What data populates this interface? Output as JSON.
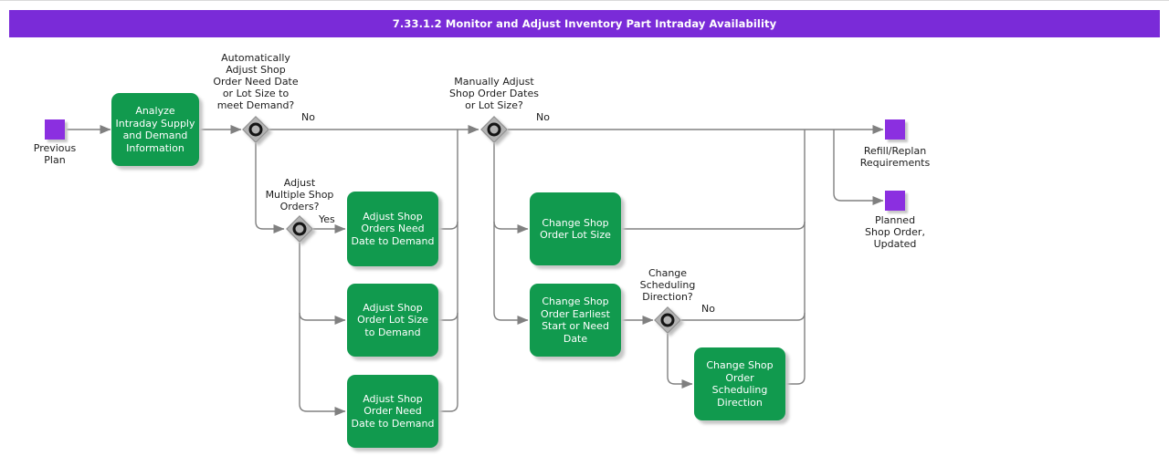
{
  "banner": {
    "title": "7.33.1.2 Monitor and Adjust Inventory Part Intraday Availability"
  },
  "colors": {
    "banner_purple": "#7a2bd8",
    "activity_green": "#119a4e",
    "event_purple": "#8b2fe0",
    "connector_gray": "#808080",
    "diamond_gray": "#b3b3b3"
  },
  "events": {
    "previous_plan": {
      "label": "Previous\nPlan"
    },
    "refill_replan": {
      "label": "Refill/Replan\nRequirements"
    },
    "planned_shop_order": {
      "label": "Planned\nShop Order,\nUpdated"
    }
  },
  "activities": {
    "analyze": {
      "label": "Analyze\nIntraday Supply\nand Demand\nInformation"
    },
    "adjust_orders_need_date": {
      "label": "Adjust Shop\nOrders Need\nDate to Demand"
    },
    "adjust_lot_size": {
      "label": "Adjust Shop\nOrder Lot Size\nto Demand"
    },
    "adjust_need_date": {
      "label": "Adjust Shop\nOrder Need\nDate to Demand"
    },
    "change_lot_size": {
      "label": "Change Shop\nOrder Lot Size"
    },
    "change_earliest_start": {
      "label": "Change Shop\nOrder Earliest\nStart or Need\nDate"
    },
    "change_scheduling": {
      "label": "Change Shop\nOrder\nScheduling\nDirection"
    }
  },
  "decisions": {
    "auto_adjust": {
      "question": "Automatically\nAdjust Shop\nOrder Need Date\nor Lot Size to\nmeet Demand?",
      "no_label": "No"
    },
    "multiple_orders": {
      "question": "Adjust\nMultiple Shop\nOrders?",
      "yes_label": "Yes"
    },
    "manual_adjust": {
      "question": "Manually Adjust\nShop Order Dates\nor Lot Size?",
      "no_label": "No"
    },
    "change_direction": {
      "question": "Change\nScheduling\nDirection?",
      "no_label": "No"
    }
  }
}
